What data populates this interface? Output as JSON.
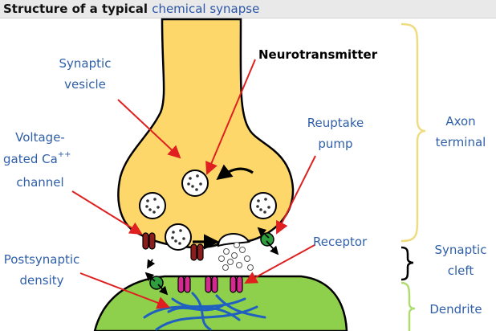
{
  "title": {
    "prefix": "Structure of a typical",
    "highlight": "chemical synapse"
  },
  "labels": {
    "neurotransmitter": "Neurotransmitter",
    "synaptic_vesicle_1": "Synaptic",
    "synaptic_vesicle_2": "vesicle",
    "reuptake_1": "Reuptake",
    "reuptake_2": "pump",
    "voltage_1": "Voltage-",
    "voltage_2": "gated Ca",
    "voltage_sup": "++",
    "voltage_3": "channel",
    "receptor": "Receptor",
    "postsynaptic_1": "Postsynaptic",
    "postsynaptic_2": "density"
  },
  "regions": {
    "axon_1": "Axon",
    "axon_2": "terminal",
    "cleft_1": "Synaptic",
    "cleft_2": "cleft",
    "dendrite": "Dendrite"
  },
  "colors": {
    "axon": "#fdd76a",
    "dendrite": "#8ed04c",
    "arrow": "#e02020",
    "label": "#2f5fa8",
    "axon_brace": "#f0dc80",
    "dendrite_brace": "#b0dc70"
  }
}
